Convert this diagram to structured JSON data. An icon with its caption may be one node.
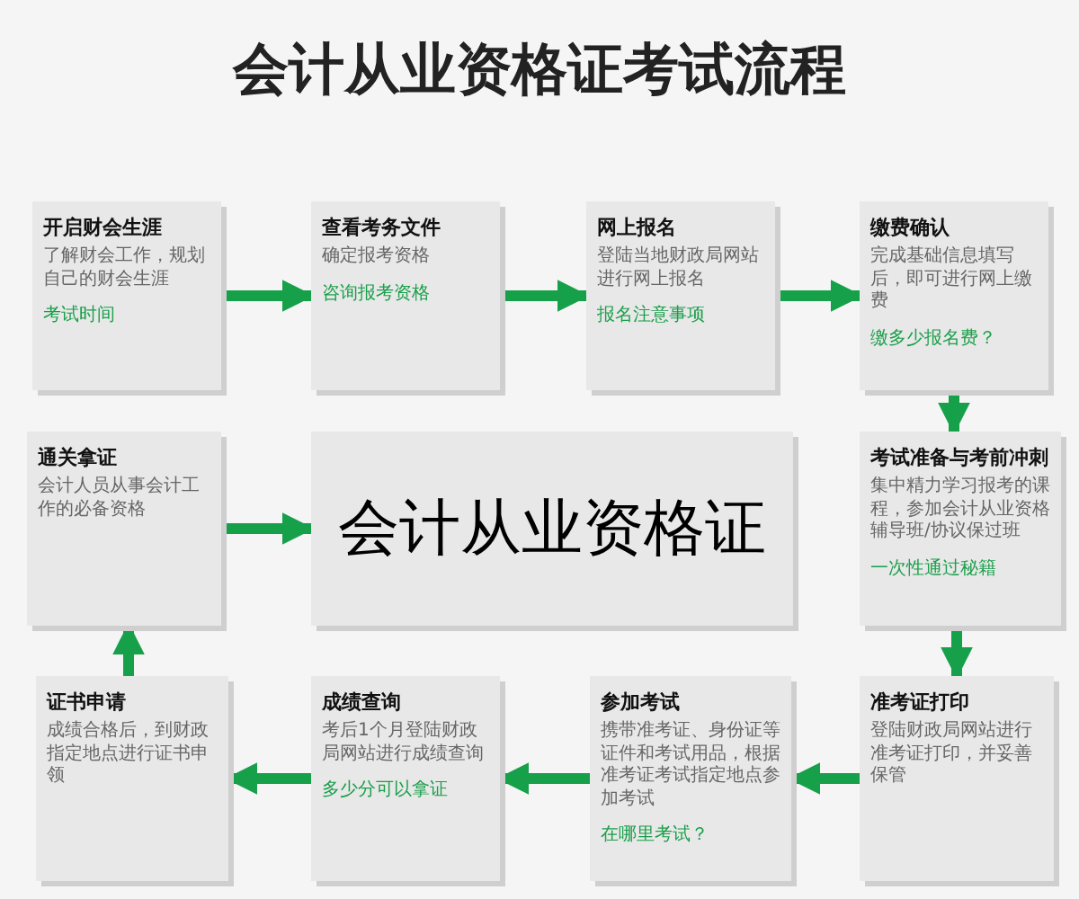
{
  "diagram": {
    "title": "会计从业资格证考试流程",
    "nodes": [
      {
        "text": [
          "开启财会生涯",
          "了解财会工作，规划自己的财会生涯",
          "考试时间"
        ]
      },
      {
        "text": [
          "查看考务文件",
          "确定报考资格",
          "咨询报考资格"
        ]
      },
      {
        "text": [
          "网上报名",
          "登陆当地财政局网站进行网上报名",
          "报名注意事项"
        ]
      },
      {
        "text": [
          "缴费确认",
          "完成基础信息填写后，即可进行网上缴费",
          "缴多少报名费？"
        ]
      },
      {
        "text": [
          "通关拿证",
          "会计人员从事会计工作的必备资格"
        ]
      },
      {
        "text": [
          "会计从业资格证"
        ]
      },
      {
        "text": [
          "考试准备与考前冲刺",
          "集中精力学习报考的课程，参加会计从业资格辅导班/协议保过班",
          "一次性通过秘籍"
        ]
      },
      {
        "text": [
          "证书申请",
          "成绩合格后，到财政指定地点进行证书申领"
        ]
      },
      {
        "text": [
          "成绩查询",
          "考后1个月登陆财政局网站进行成绩查询",
          "多少分可以拿证"
        ]
      },
      {
        "text": [
          "参加考试",
          "携带准考证、身份证等证件和考试用品，根据准考证考试指定地点参加考试",
          "在哪里考试？"
        ]
      },
      {
        "text": [
          "准考证打印",
          "登陆财政局网站进行准考证打印，并妥善保管"
        ]
      }
    ],
    "edges": [
      {
        "from": 0,
        "to": 1,
        "arrow": "to"
      },
      {
        "from": 1,
        "to": 2,
        "arrow": "to"
      },
      {
        "from": 2,
        "to": 3,
        "arrow": "to"
      },
      {
        "from": 3,
        "to": 6,
        "arrow": "to"
      },
      {
        "from": 6,
        "to": 10,
        "arrow": "to"
      },
      {
        "from": 10,
        "to": 9,
        "arrow": "to"
      },
      {
        "from": 9,
        "to": 8,
        "arrow": "to"
      },
      {
        "from": 8,
        "to": 7,
        "arrow": "to"
      },
      {
        "from": 7,
        "to": 4,
        "arrow": "to"
      },
      {
        "from": 4,
        "to": 5,
        "arrow": "to"
      }
    ]
  }
}
